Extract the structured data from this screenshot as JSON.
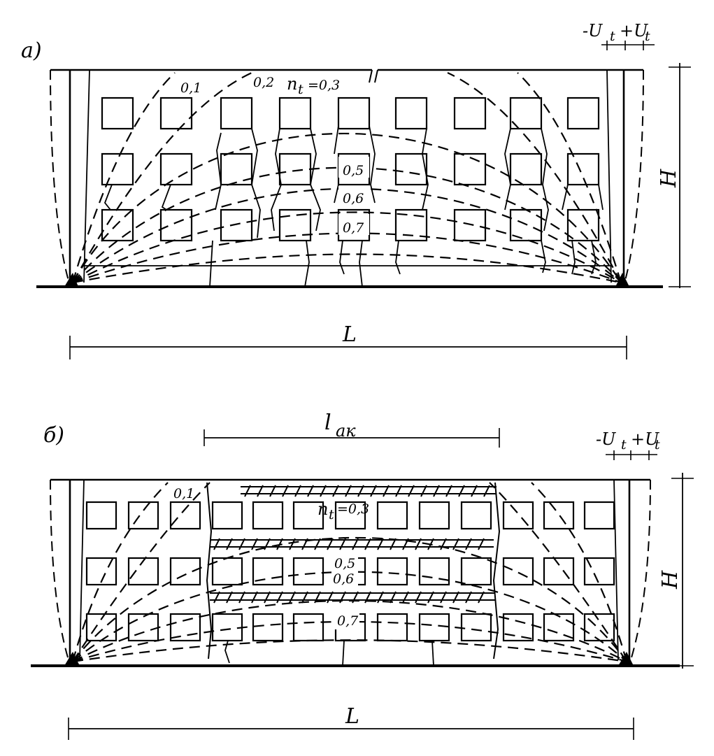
{
  "figure_a": {
    "panel_label": "a)",
    "contour_labels": [
      "0,1",
      "0,2",
      "n",
      "t",
      "=0,3",
      "0,5",
      "0,6",
      "0,7"
    ],
    "top_right": [
      "-U",
      "t",
      "+U",
      "t"
    ],
    "height_label": "H",
    "span_label": "L"
  },
  "figure_b": {
    "panel_label": "б)",
    "zone_label": "l",
    "zone_subscript": "ак",
    "contour_labels": [
      "0,1",
      "n",
      "t",
      "=0,3",
      "0,5",
      "0,6",
      "0,7"
    ],
    "top_right": [
      "-U",
      "t",
      "+U",
      "t"
    ],
    "height_label": "H",
    "span_label": "L"
  }
}
